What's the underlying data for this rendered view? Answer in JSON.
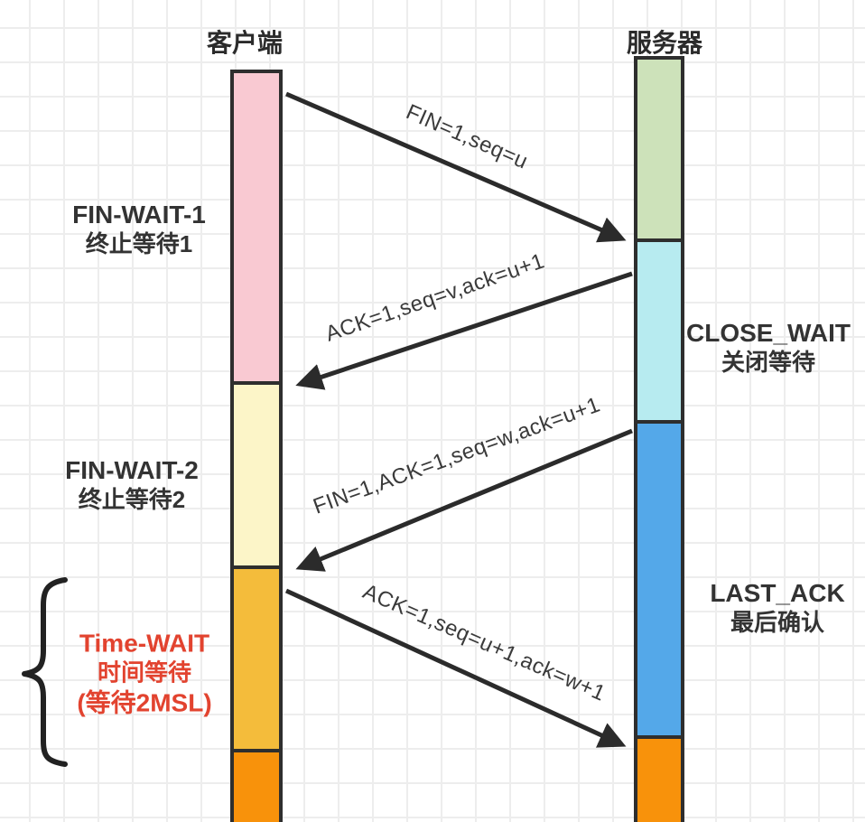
{
  "lifelines": {
    "client_title": "客户端",
    "server_title": "服务器"
  },
  "messages": [
    {
      "label": "FIN=1,seq=u",
      "from": "client",
      "to": "server"
    },
    {
      "label": "ACK=1,seq=v,ack=u+1",
      "from": "server",
      "to": "client"
    },
    {
      "label": "FIN=1,ACK=1,seq=w,ack=u+1",
      "from": "server",
      "to": "client"
    },
    {
      "label": "ACK=1,seq=u+1,ack=w+1",
      "from": "client",
      "to": "server"
    }
  ],
  "client_states": [
    {
      "line1": "FIN-WAIT-1",
      "line2": "终止等待1"
    },
    {
      "line1": "FIN-WAIT-2",
      "line2": "终止等待2"
    },
    {
      "line1": "Time-WAIT",
      "line2": "时间等待",
      "line3": "(等待2MSL)"
    }
  ],
  "server_states": [
    {
      "line1": "CLOSE_WAIT",
      "line2": "关闭等待"
    },
    {
      "line1": "LAST_ACK",
      "line2": "最后确认"
    }
  ],
  "colors": {
    "client_segments": [
      "#f9c9d2",
      "#fcf5c8",
      "#f4bc3b",
      "#f8920b"
    ],
    "server_segments": [
      "#cde2ba",
      "#b7ebf0",
      "#54a8e9",
      "#f8920b"
    ],
    "bar_border": "#2e2e2e",
    "arrow": "#2b2b2b",
    "text": "#333333",
    "timewait_red": "#e2432f",
    "grid_line": "#ededed"
  }
}
